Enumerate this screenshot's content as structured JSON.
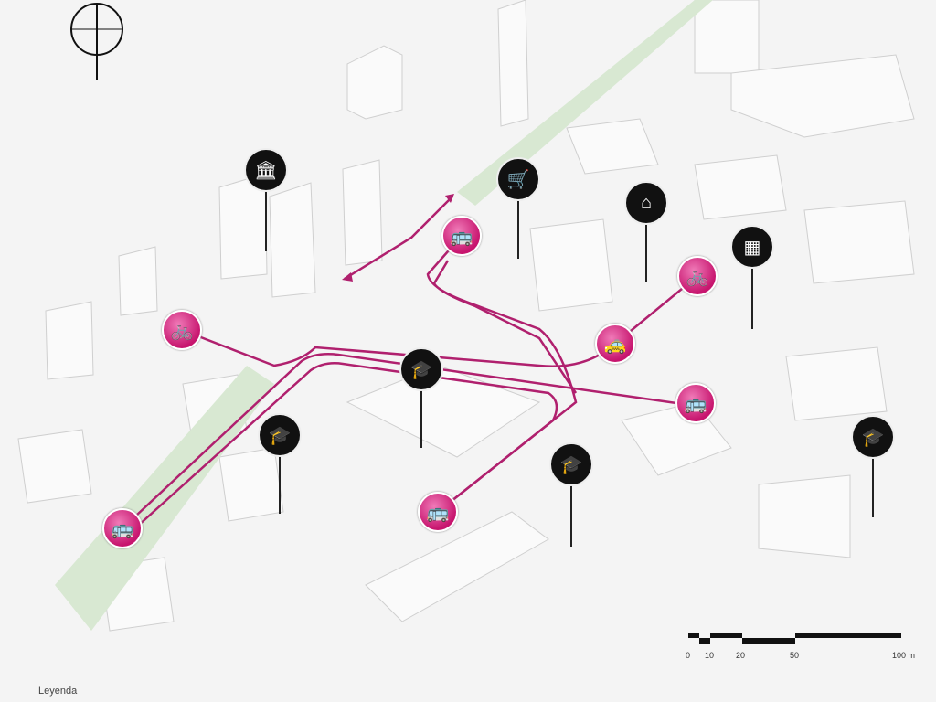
{
  "legend": {
    "title": "Leyenda"
  },
  "scale_bar": {
    "labels": [
      "0",
      "10",
      "20",
      "50",
      "100 m"
    ]
  },
  "colors": {
    "route": "#b0206e",
    "pin_dark": "#111111",
    "pin_transport": "#d41f7d",
    "green_strip": "#d8e8d2"
  },
  "poi_pins": [
    {
      "icon": "government-building-icon"
    },
    {
      "icon": "shopping-cart-icon"
    },
    {
      "icon": "house-icon"
    },
    {
      "icon": "office-building-icon"
    },
    {
      "icon": "graduation-cap-icon"
    },
    {
      "icon": "graduation-cap-icon"
    },
    {
      "icon": "graduation-cap-icon"
    },
    {
      "icon": "graduation-cap-icon"
    }
  ],
  "transport_pins": [
    {
      "icon": "bus-icon"
    },
    {
      "icon": "bicycle-icon"
    },
    {
      "icon": "taxi-icon"
    },
    {
      "icon": "bicycle-icon"
    },
    {
      "icon": "bus-icon"
    },
    {
      "icon": "bus-icon"
    },
    {
      "icon": "bus-icon"
    }
  ]
}
